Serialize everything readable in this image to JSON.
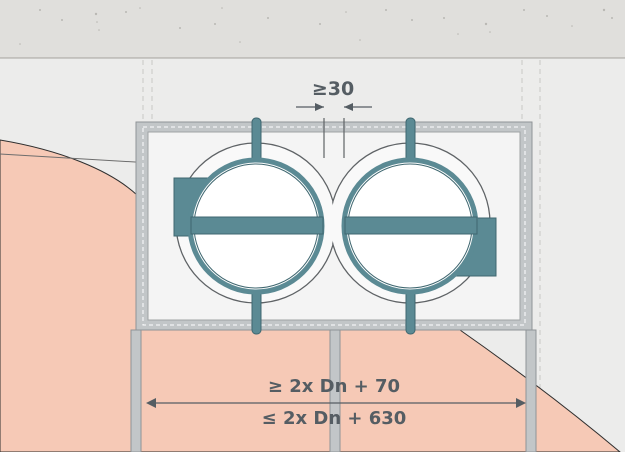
{
  "dimensions": {
    "gap_min": "≥30",
    "width_min": "≥ 2x Dn + 70",
    "width_max": "≤ 2x Dn + 630"
  },
  "colors": {
    "ceiling": "#e0dfdc",
    "wall": "#ececeb",
    "insulation": "#f6c9b6",
    "frame": "#c2c6c8",
    "panel": "#f4f4f4",
    "pipe_accent": "#5b8a94",
    "dimension_text": "#555d63"
  }
}
